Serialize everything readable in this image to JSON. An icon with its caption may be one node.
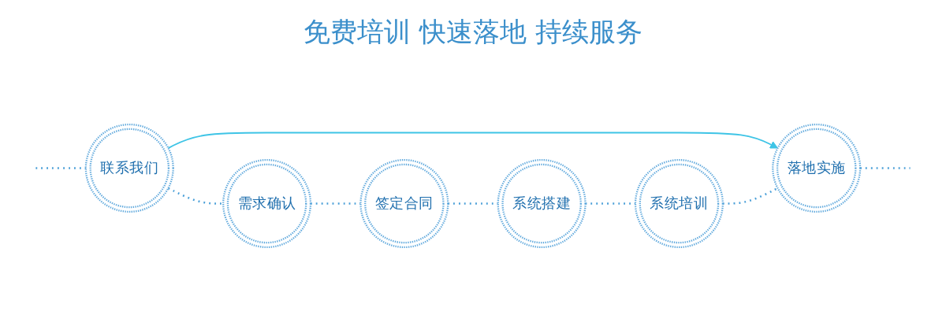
{
  "diagram": {
    "title": "免费培训 快速落地 持续服务",
    "nodes": [
      {
        "text": [
          "联系我们"
        ]
      },
      {
        "text": [
          "需求确认"
        ]
      },
      {
        "text": [
          "签定合同"
        ]
      },
      {
        "text": [
          "系统搭建"
        ]
      },
      {
        "text": [
          "系统培训"
        ]
      },
      {
        "text": [
          "落地实施"
        ]
      }
    ],
    "edges": [
      {
        "from": 0,
        "to": 5,
        "arrow": "to",
        "color": "#3ec4e6"
      },
      {
        "from": null,
        "to": 0,
        "arrow": "none",
        "style": "dashed"
      },
      {
        "from": 0,
        "to": 1,
        "arrow": "none",
        "style": "dashed"
      },
      {
        "from": 1,
        "to": 2,
        "arrow": "none",
        "style": "dashed"
      },
      {
        "from": 2,
        "to": 3,
        "arrow": "none",
        "style": "dashed"
      },
      {
        "from": 3,
        "to": 4,
        "arrow": "none",
        "style": "dashed"
      },
      {
        "from": 4,
        "to": 5,
        "arrow": "none",
        "style": "dashed"
      },
      {
        "from": 5,
        "to": null,
        "arrow": "none",
        "style": "dashed"
      }
    ]
  }
}
